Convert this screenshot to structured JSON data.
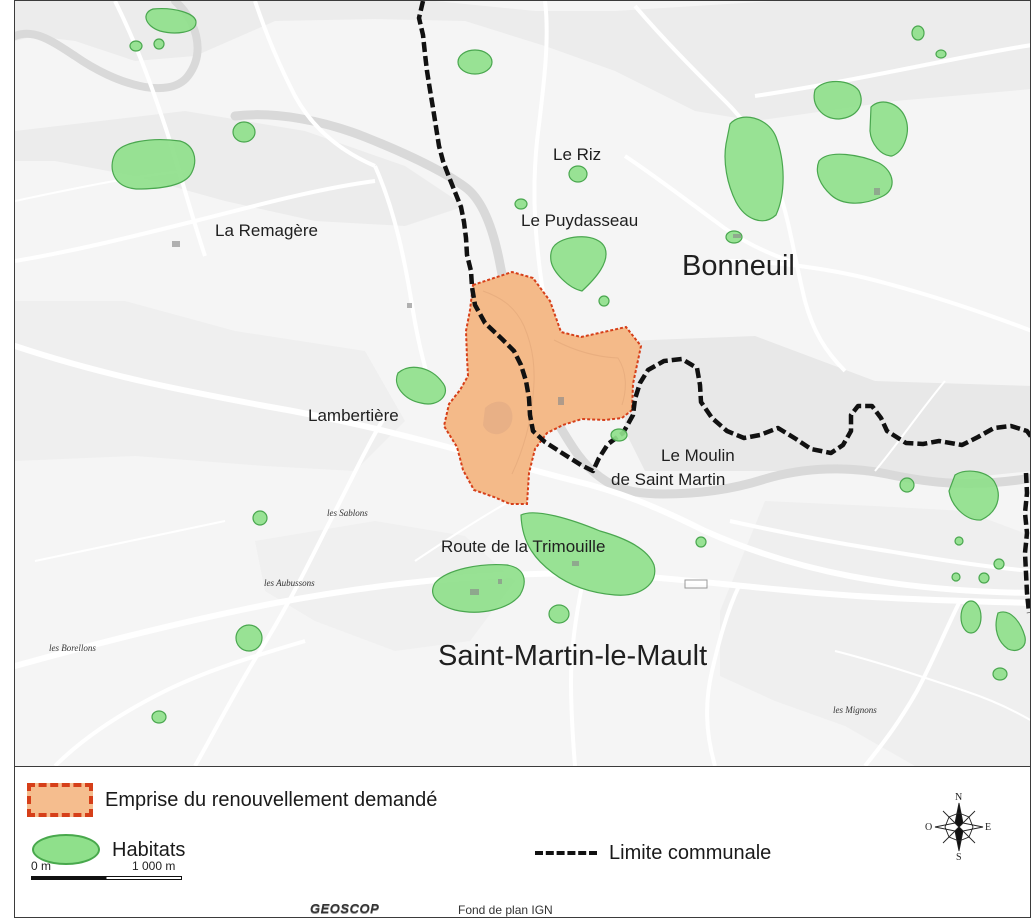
{
  "map": {
    "place_labels": [
      {
        "key": "la_remagere",
        "text": "La Remagère"
      },
      {
        "key": "le_riz",
        "text": "Le Riz"
      },
      {
        "key": "le_puydasseau",
        "text": "Le Puydasseau"
      },
      {
        "key": "bonneuil",
        "text": "Bonneuil"
      },
      {
        "key": "lambertiere",
        "text": "Lambertière"
      },
      {
        "key": "le_moulin_1",
        "text": "Le Moulin"
      },
      {
        "key": "le_moulin_2",
        "text": "de Saint Martin"
      },
      {
        "key": "route_trimouille",
        "text": "Route de la Trimouille"
      },
      {
        "key": "saint_martin",
        "text": "Saint-Martin-le-Mault"
      }
    ],
    "small_labels": [
      {
        "key": "les_sablons",
        "text": "les Sablons"
      },
      {
        "key": "les_aubussons",
        "text": "les Aubussons"
      },
      {
        "key": "les_borellons",
        "text": "les Borellons"
      },
      {
        "key": "les_mignons",
        "text": "les Mignons"
      }
    ],
    "colors": {
      "background": "#f5f5f5",
      "roads": "#ffffff",
      "river": "#d9d9d9",
      "forest": "#e7e7e7",
      "emprise_fill": "#f4b987",
      "emprise_stroke": "#d63f19",
      "habitat_fill": "#8fe08b",
      "habitat_stroke": "#4aa74f",
      "limite": "#111111"
    }
  },
  "legend": {
    "emprise": "Emprise du renouvellement demandé",
    "habitats": "Habitats",
    "limite": "Limite communale",
    "scale": {
      "zero": "0 m",
      "max": "1 000 m"
    },
    "brand": "GEOSCOP",
    "source": "Fond de plan IGN",
    "compass": {
      "n": "N",
      "e": "E",
      "s": "S",
      "o": "O"
    }
  }
}
